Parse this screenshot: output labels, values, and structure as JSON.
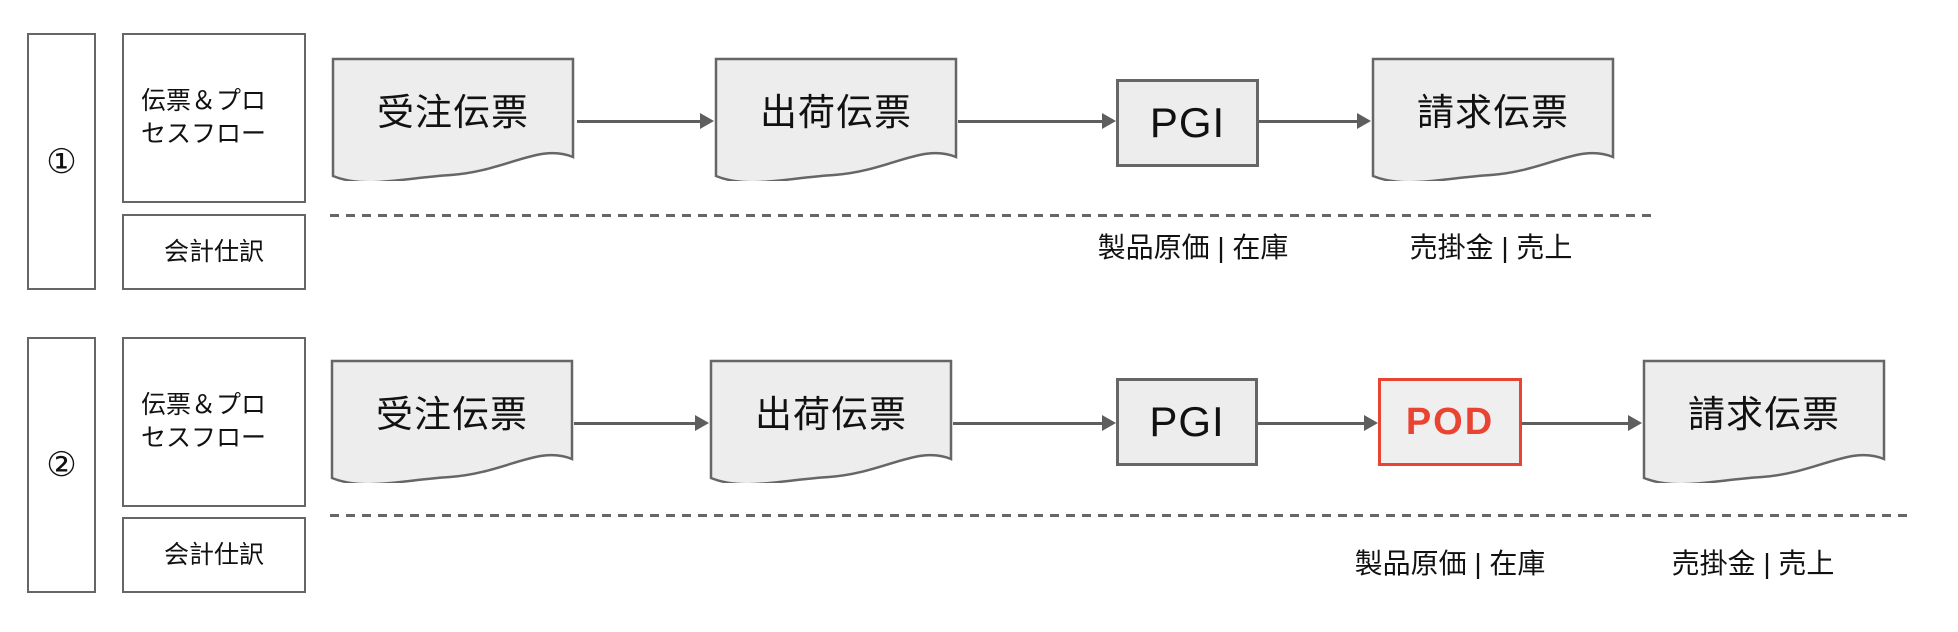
{
  "diagram": {
    "title_implicit": "",
    "colors": {
      "shape_fill": "#ededed",
      "shape_border": "#666666",
      "arrow": "#5e5e5e",
      "divider": "#666666",
      "text": "#111111",
      "highlight_red": "#e94332"
    },
    "rows": [
      {
        "lane_label": "①",
        "process_header_line1": "伝票＆プロ",
        "process_header_line2": "セスフロー",
        "journal_header": "会計仕訳",
        "nodes": [
          {
            "label": "受注伝票",
            "type": "document"
          },
          {
            "label": "出荷伝票",
            "type": "document"
          },
          {
            "label": "PGI",
            "type": "box"
          },
          {
            "label": "請求伝票",
            "type": "document"
          }
        ],
        "journal_entries": [
          {
            "text": "製品原価 | 在庫"
          },
          {
            "text": "売掛金 | 売上"
          }
        ]
      },
      {
        "lane_label": "②",
        "process_header_line1": "伝票＆プロ",
        "process_header_line2": "セスフロー",
        "journal_header": "会計仕訳",
        "nodes": [
          {
            "label": "受注伝票",
            "type": "document"
          },
          {
            "label": "出荷伝票",
            "type": "document"
          },
          {
            "label": "PGI",
            "type": "box"
          },
          {
            "label": "POD",
            "type": "box-highlight"
          },
          {
            "label": "請求伝票",
            "type": "document"
          }
        ],
        "journal_entries": [
          {
            "text": "製品原価 | 在庫"
          },
          {
            "text": "売掛金 | 売上"
          }
        ]
      }
    ]
  }
}
